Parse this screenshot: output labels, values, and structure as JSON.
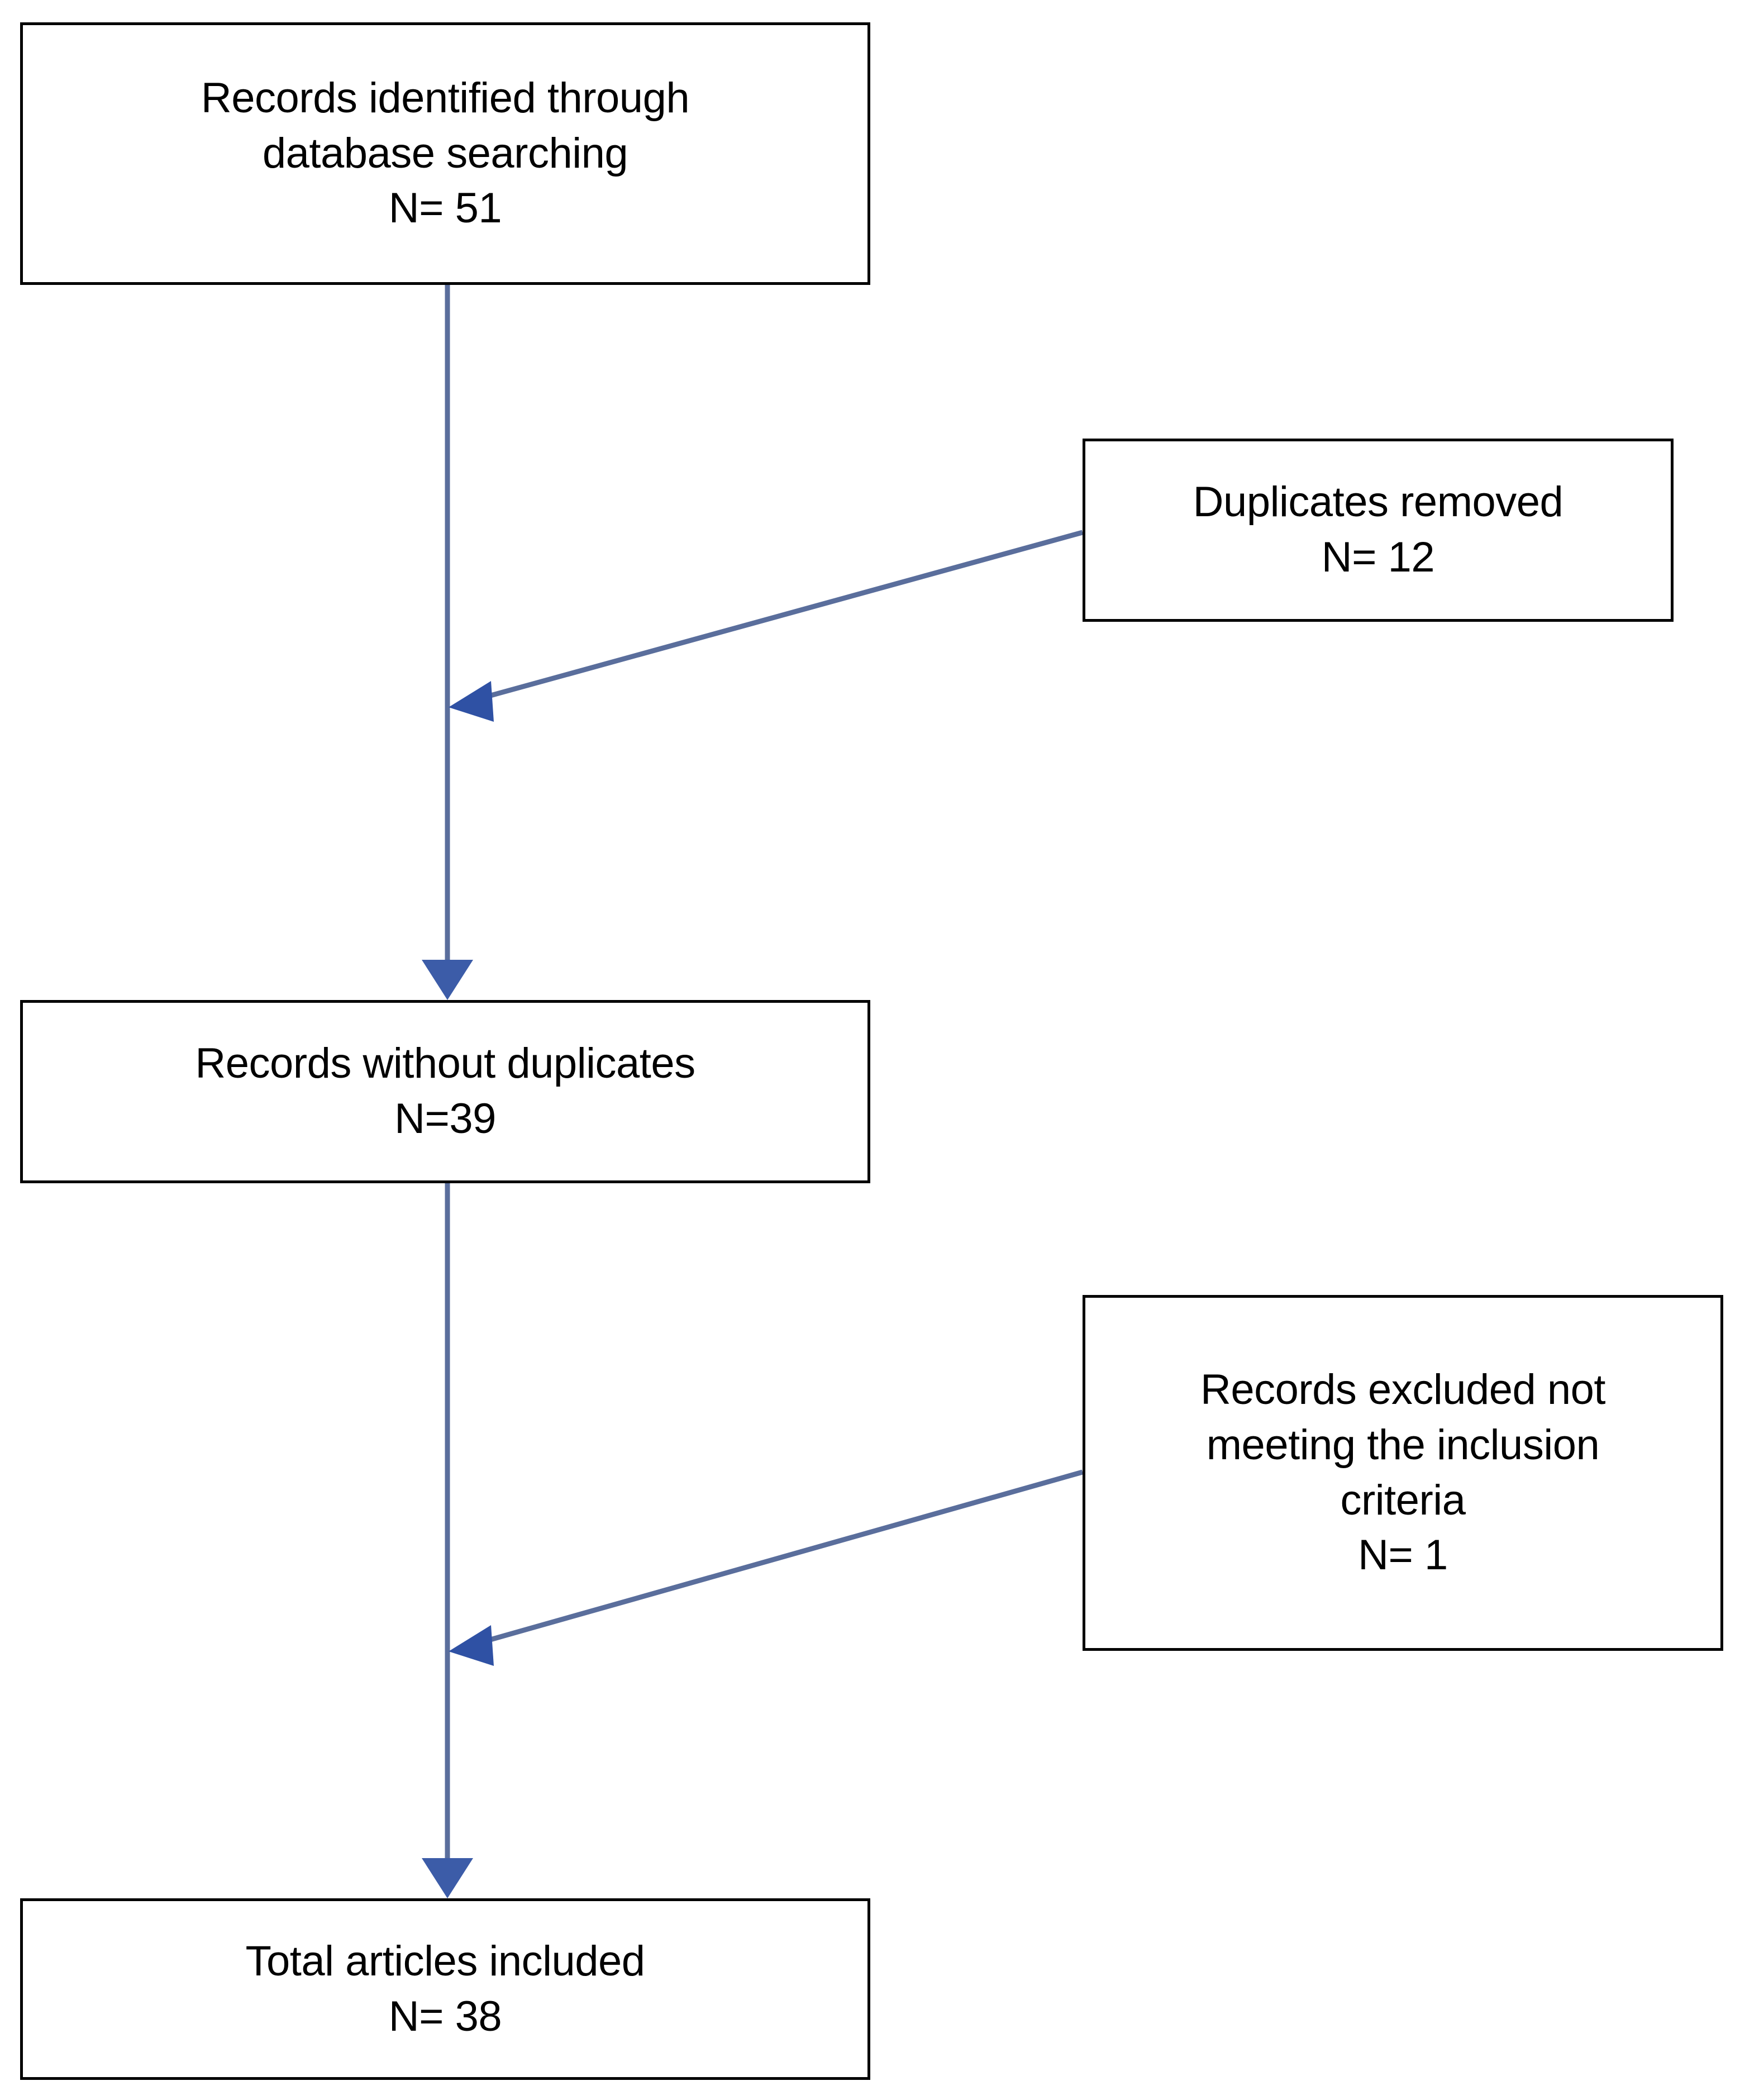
{
  "diagram": {
    "type": "prisma-flow-diagram",
    "title": "",
    "background_color": "#ffffff",
    "box_border_color": "#000000",
    "box_fill_color": "#ffffff",
    "arrow_color": "#44639c",
    "text_color": "#000000",
    "boxes": [
      {
        "id": "identified",
        "lines": [
          "Records identified through",
          "database searching",
          "N= 51"
        ],
        "count_label": "N= 51",
        "count": 51
      },
      {
        "id": "duplicates",
        "lines": [
          "Duplicates removed",
          "N= 12"
        ],
        "count_label": "N= 12",
        "count": 12
      },
      {
        "id": "without_duplicates",
        "lines": [
          "Records without duplicates",
          "N=39"
        ],
        "count_label": "N=39",
        "count": 39
      },
      {
        "id": "excluded",
        "lines": [
          "Records excluded not",
          "meeting the inclusion",
          "criteria",
          "N= 1"
        ],
        "count_label": "N= 1",
        "count": 1
      },
      {
        "id": "included",
        "lines": [
          "Total articles included",
          "N= 38"
        ],
        "count_label": "N= 38",
        "count": 38
      }
    ],
    "connectors": [
      {
        "id": "identified-to-without-duplicates",
        "from": "identified",
        "to": "without_duplicates",
        "style": "vertical-arrow-down"
      },
      {
        "id": "duplicates-to-main-flow",
        "from": "duplicates",
        "to": "identified-to-without-duplicates",
        "style": "diagonal-arrow-left"
      },
      {
        "id": "without-duplicates-to-included",
        "from": "without_duplicates",
        "to": "included",
        "style": "vertical-arrow-down"
      },
      {
        "id": "excluded-to-main-flow",
        "from": "excluded",
        "to": "without-duplicates-to-included",
        "style": "diagonal-arrow-left"
      }
    ]
  }
}
